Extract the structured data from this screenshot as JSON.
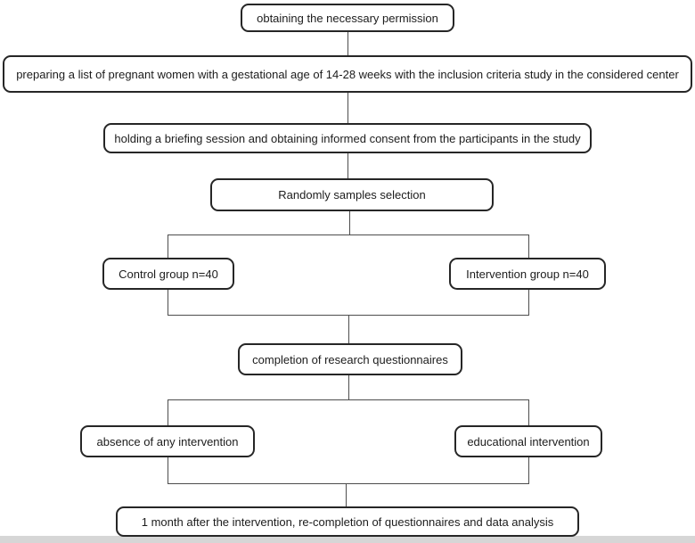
{
  "page": {
    "background_color": "#ffffff",
    "bottom_strip_color": "#d6d6d6"
  },
  "flowchart": {
    "box_border_color": "#262626",
    "connector_color": "#4d4d4d",
    "text_color": "#1c1c1c",
    "nodes": {
      "permission": {
        "label": "obtaining the necessary permission"
      },
      "list": {
        "label": "preparing a list of pregnant women with a gestational age of 14-28 weeks with the inclusion criteria study in the considered center"
      },
      "briefing": {
        "label": "holding a briefing session and obtaining informed consent from the participants in the study"
      },
      "random": {
        "label": "Randomly samples selection"
      },
      "control": {
        "label": "Control group n=40"
      },
      "intervention": {
        "label": "Intervention group n=40"
      },
      "questionnaire": {
        "label": "completion of research questionnaires"
      },
      "absence": {
        "label": "absence of any intervention"
      },
      "educational": {
        "label": "educational intervention"
      },
      "followup": {
        "label": "1 month after the intervention, re-completion of questionnaires and data analysis"
      }
    }
  }
}
